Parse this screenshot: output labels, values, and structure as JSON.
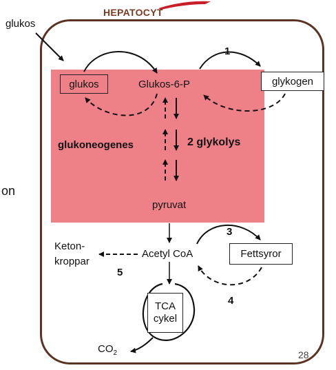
{
  "title": "HEPATOCYT",
  "glukos_outside": "glukos",
  "left_fragment": "on",
  "glukos_box": "glukos",
  "glukos6p": "Glukos-6-P",
  "glykogen": "glykogen",
  "num1": "1",
  "glukoneogenes": "glukoneogenes",
  "num2_glykolys": "2 glykolys",
  "pyruvat": "pyruvat",
  "acetyl": "Acetyl CoA",
  "ketonkroppar_1": "Keton-",
  "ketonkroppar_2": "kroppar",
  "num5": "5",
  "num3": "3",
  "fettsyror": "Fettsyror",
  "num4": "4",
  "tca_1": "TCA",
  "tca_2": "cykel",
  "co2_main": "CO",
  "co2_sub": "2",
  "page_number": "28",
  "colors": {
    "cell_border": "#5a3322",
    "cytosol": "#ee8088",
    "title": "#7a3a22",
    "accent_red": "#c81e28"
  }
}
